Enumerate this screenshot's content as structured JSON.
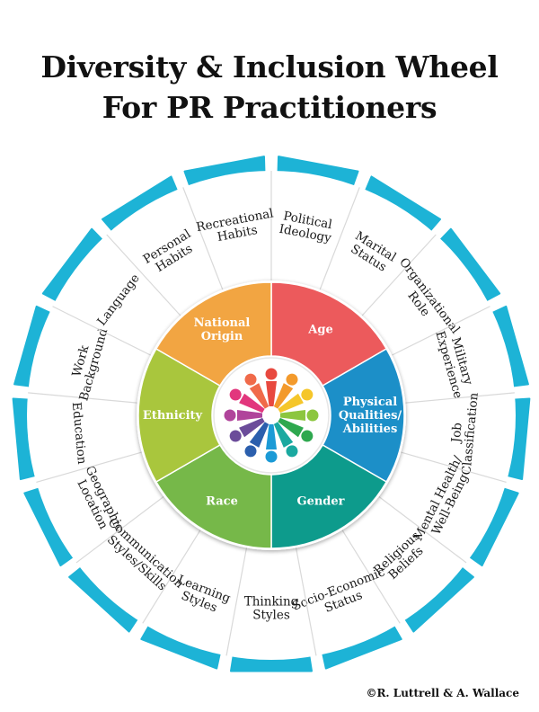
{
  "title": {
    "line1": "Diversity & Inclusion Wheel",
    "line2": "For PR Practitioners"
  },
  "inner_segments": [
    {
      "lines": [
        "Age"
      ],
      "color": "#ec5a5b"
    },
    {
      "lines": [
        "Physical",
        "Qualities/",
        "Abilities"
      ],
      "color": "#1f8fc8"
    },
    {
      "lines": [
        "Gender"
      ],
      "color": "#0e9b8c"
    },
    {
      "lines": [
        "Race"
      ],
      "color": "#76b84a"
    },
    {
      "lines": [
        "Ethnicity"
      ],
      "color": "#a9c63d"
    },
    {
      "lines": [
        "National",
        "Origin"
      ],
      "color": "#f2a543"
    }
  ],
  "outer_segments": [
    {
      "lines": [
        "Political",
        "Ideology"
      ]
    },
    {
      "lines": [
        "Marital",
        "Status"
      ]
    },
    {
      "lines": [
        "Organizational",
        "Role"
      ]
    },
    {
      "lines": [
        "Military",
        "Experience"
      ]
    },
    {
      "lines": [
        "Job",
        "Classification"
      ]
    },
    {
      "lines": [
        "Mental Health/",
        "Well-Being"
      ]
    },
    {
      "lines": [
        "Religious",
        "Beliefs"
      ]
    },
    {
      "lines": [
        "Socio-Economic",
        "Status"
      ]
    },
    {
      "lines": [
        "Thinking",
        "Styles"
      ]
    },
    {
      "lines": [
        "Learning",
        "Styles"
      ]
    },
    {
      "lines": [
        "Communication",
        "Styles/Skills"
      ]
    },
    {
      "lines": [
        "Geographic",
        "Location"
      ]
    },
    {
      "lines": [
        "Education"
      ]
    },
    {
      "lines": [
        "Work",
        "Background"
      ]
    },
    {
      "lines": [
        "Language"
      ]
    },
    {
      "lines": [
        "Personal",
        "Habits"
      ]
    },
    {
      "lines": [
        "Recreational",
        "Habits"
      ]
    }
  ],
  "center_people_colors": [
    "#e8493f",
    "#f39a2c",
    "#f5c62a",
    "#8cc63f",
    "#2ea84f",
    "#1aa9a0",
    "#1b9ad6",
    "#2b5fad",
    "#6b4c9a",
    "#b0449b",
    "#e2367d",
    "#f06a4a"
  ],
  "colors": {
    "outer_frame": "#1db3d6",
    "ring_bg": "#ffffff",
    "divider": "#d9d9d9",
    "text": "#1a1a1a"
  },
  "copyright": "©R. Luttrell & A. Wallace"
}
